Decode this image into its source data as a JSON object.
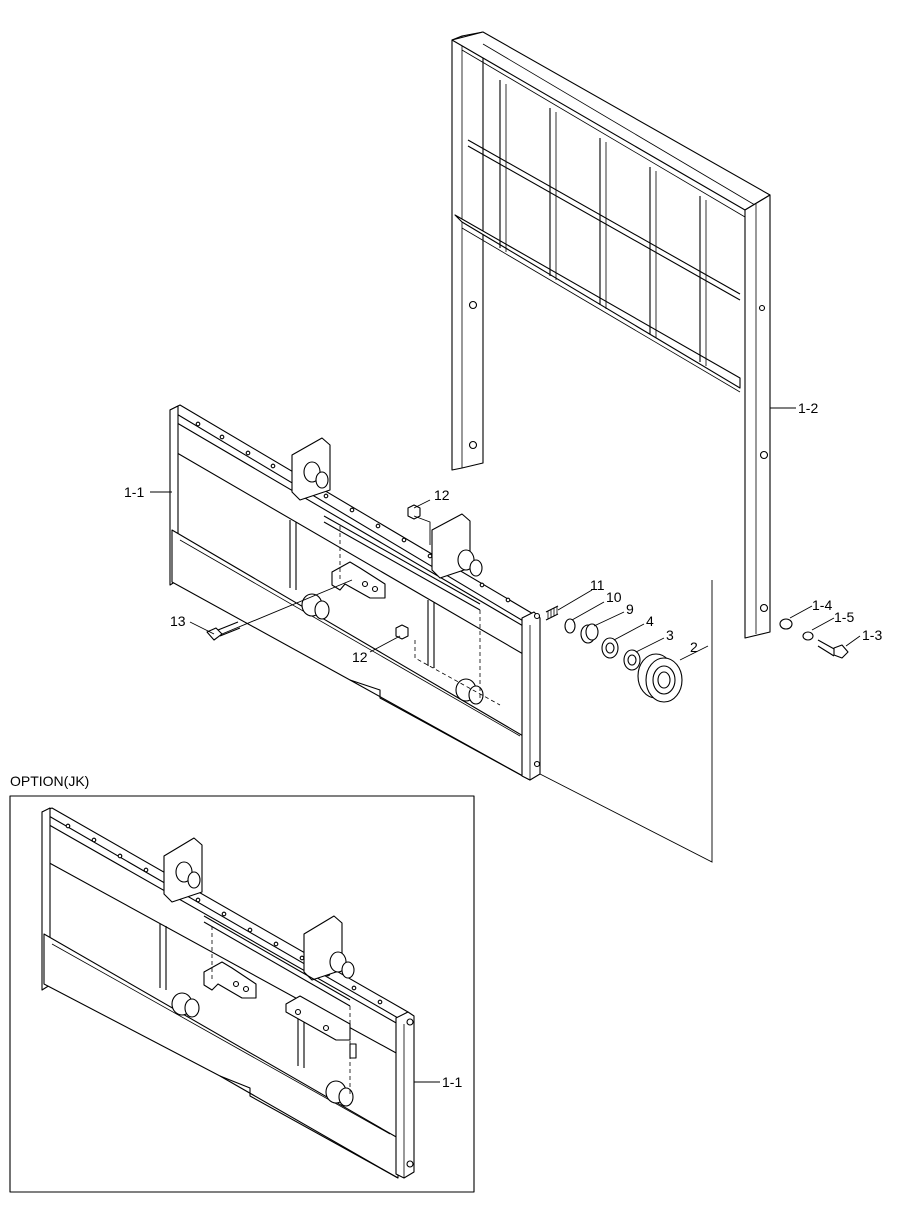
{
  "option_label": "OPTION(JK)",
  "callouts": [
    {
      "id": "1-1",
      "text": "1-1"
    },
    {
      "id": "1-2",
      "text": "1-2"
    },
    {
      "id": "12a",
      "text": "12"
    },
    {
      "id": "12b",
      "text": "12"
    },
    {
      "id": "13",
      "text": "13"
    },
    {
      "id": "11",
      "text": "11"
    },
    {
      "id": "10",
      "text": "10"
    },
    {
      "id": "9",
      "text": "9"
    },
    {
      "id": "4",
      "text": "4"
    },
    {
      "id": "3",
      "text": "3"
    },
    {
      "id": "2",
      "text": "2"
    },
    {
      "id": "1-4",
      "text": "1-4"
    },
    {
      "id": "1-5",
      "text": "1-5"
    },
    {
      "id": "1-3",
      "text": "1-3"
    },
    {
      "id": "1-1-option",
      "text": "1-1"
    }
  ]
}
